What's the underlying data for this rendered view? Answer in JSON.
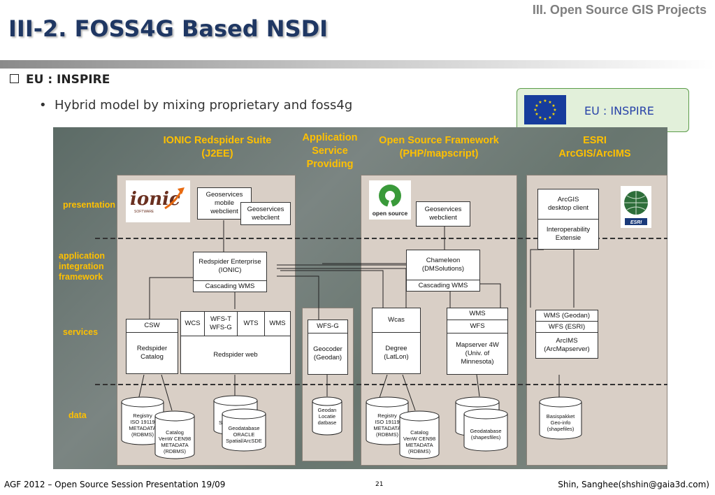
{
  "header": {
    "section_label": "III. Open Source GIS Projects",
    "title": "III-2. FOSS4G Based NSDI"
  },
  "body": {
    "bullet_heading": "EU : INSPIRE",
    "bullet_item": "Hybrid model by mixing proprietary and foss4g"
  },
  "callout": {
    "label": "EU : INSPIRE",
    "flag_icon": "eu-flag-icon"
  },
  "diagram": {
    "columns": {
      "ionic": "IONIC Redspider Suite\n(J2EE)",
      "asp": "Application\nService\nProviding",
      "osf": "Open Source Framework\n(PHP/mapscript)",
      "esri": "ESRI\nArcGIS/ArcIMS"
    },
    "layers": {
      "presentation": "presentation",
      "integration": "application\nintegration\nframework",
      "services": "services",
      "data": "data"
    },
    "ionic": {
      "logo": "ionic",
      "logo_sub": "SOFTWARE",
      "mobile_client": "Geoservices\nmobile\nwebclient",
      "webclient": "Geoservices\nwebclient",
      "enterprise": "Redspider Enterprise\n(IONIC)",
      "cascading": "Cascading WMS",
      "csw": "CSW",
      "catalog": "Redspider\nCatalog",
      "wcs": "WCS",
      "wfst": "WFS-T\nWFS-G",
      "wts": "WTS",
      "wms": "WMS",
      "web": "Redspider web",
      "registry": "Registry\nISO 19119\nMETADATA\n(RDBMS)",
      "catalog_db": "Catalog\nVenW CEN98\nMETADATA\n(RDBMS)",
      "geodatabase": "Geodatabase\nORACLE\nSpatial/ArcSDE",
      "geodatabase_back_fragment": "S"
    },
    "asp": {
      "wfsg": "WFS-G",
      "geocoder": "Geocoder\n(Geodan)",
      "db": "Geodan\nLocatie\ndatbase"
    },
    "osf": {
      "logo": "open source",
      "webclient": "Geoservices\nwebclient",
      "chameleon": "Chameleon\n(DMSolutions)",
      "cascading": "Cascading WMS",
      "wcas": "Wcas",
      "degree": "Degree\n(LatLon)",
      "wms": "WMS",
      "wfs": "WFS",
      "mapserver": "Mapserver 4W\n(Univ. of\nMinnesota)",
      "registry": "Registry\nISO 19119\nMETADATA\n(RDBMS)",
      "catalog_db": "Catalog\nVenW CEN98\nMETADATA\n(RDBMS)",
      "geodatabase": "Geodatabase\n(shapesfiles)"
    },
    "esri": {
      "logo": "ESRI",
      "desktop": "ArcGIS\ndesktop client",
      "interop": "Interoperability\nExtensie",
      "wms": "WMS (Geodan)",
      "wfs": "WFS (ESRI)",
      "arcims": "ArcIMS\n(ArcMapserver)",
      "db": "Basispakket\nGeo-info\n(shapefiles)"
    }
  },
  "footer": {
    "left": "AGF 2012 – Open Source Session Presentation 19/09",
    "page": "21",
    "right": "Shin, Sanghee(shshin@gaia3d.com)"
  },
  "colors": {
    "title": "#1f3763",
    "diagram_label": "#ffc000",
    "panel": "#d9cfc6",
    "callout_bg": "#e2f0da",
    "callout_text": "#2742a8"
  }
}
